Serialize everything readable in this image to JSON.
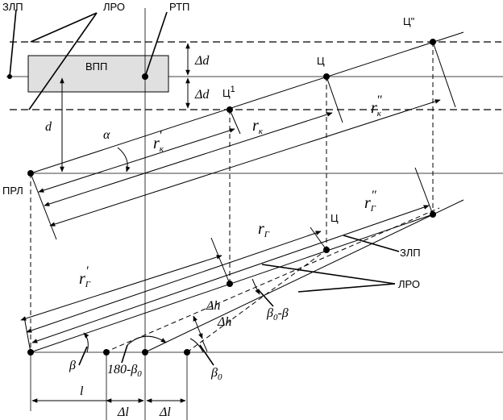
{
  "labels": {
    "zlp_top": "ЗЛП",
    "lro_top": "ЛРО",
    "rtp": "РТП",
    "vpp": "ВПП",
    "c_double": "Ц\"",
    "c_top": "Ц",
    "c1_base": "Ц",
    "c1_sup": "1",
    "delta_d_upper": "Δd",
    "delta_d_lower": "Δd",
    "d": "d",
    "alpha": "α",
    "prl": "ПРЛ",
    "rk_prime_base": "r",
    "rk_prime_sub": "к",
    "rk_prime_mark": "′",
    "rk_base": "r",
    "rk_sub": "к",
    "rk_dprime_base": "r",
    "rk_dprime_sub": "к",
    "rk_dprime_mark": "″",
    "rg_dprime_base": "r",
    "rg_dprime_sub": "Г",
    "rg_dprime_mark": "″",
    "rg_base": "r",
    "rg_sub": "Г",
    "c_lower": "Ц",
    "zlp_lower": "ЗЛП",
    "lro_lower": "ЛРО",
    "rg_prime_base": "r",
    "rg_prime_sub": "Г",
    "rg_prime_mark": "′",
    "delta_h_1": "Δh",
    "delta_h_2": "Δh",
    "beta0_minus_beta_base": "β",
    "beta0_minus_beta_sub": "0",
    "beta0_minus_beta_rest": "-β",
    "beta": "β",
    "angle_180_base": "180-β",
    "angle_180_sub": "0",
    "beta0_base": "β",
    "beta0_sub": "0",
    "l": "l",
    "delta_l_1": "Δl",
    "delta_l_2": "Δl"
  }
}
